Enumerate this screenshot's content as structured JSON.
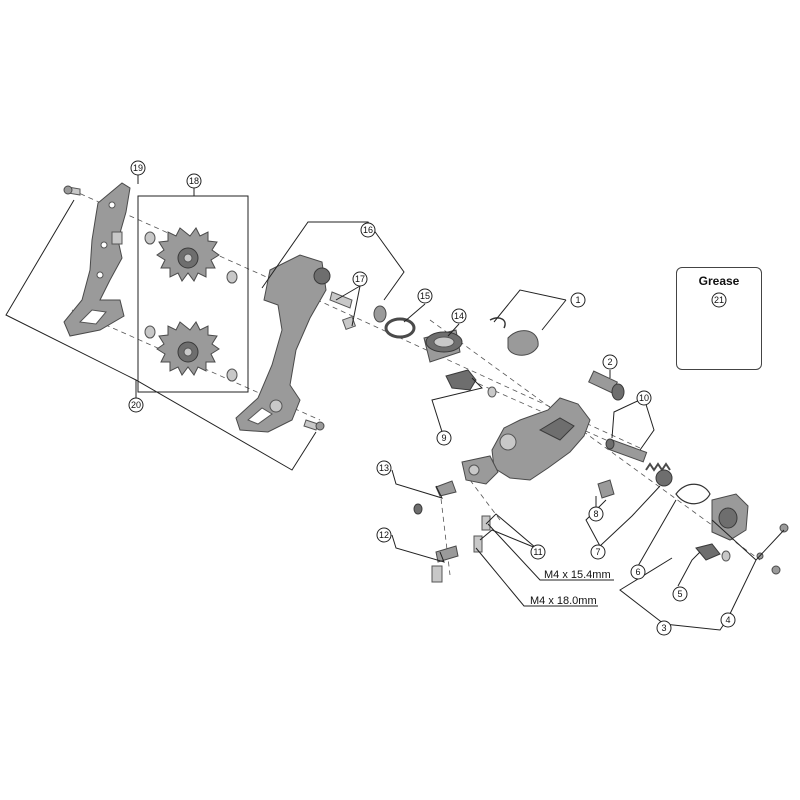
{
  "callouts": [
    "1",
    "2",
    "3",
    "4",
    "5",
    "6",
    "7",
    "8",
    "9",
    "10",
    "11",
    "12",
    "13",
    "14",
    "15",
    "16",
    "17",
    "18",
    "19",
    "20",
    "21"
  ],
  "specs": {
    "screw_a": "M4 x 15.4mm",
    "screw_b": "M4 x 18.0mm"
  },
  "grease": {
    "title": "Grease",
    "callout": "21"
  },
  "colors": {
    "part_fill": "#9a9a9a",
    "line": "#222222",
    "background": "#ffffff"
  }
}
